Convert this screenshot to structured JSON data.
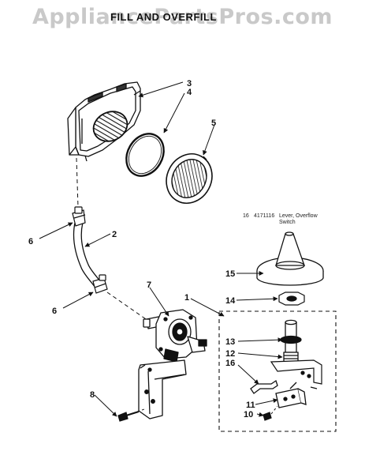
{
  "header": {
    "watermark": "AppliancePartsPros.com",
    "title": "FILL AND OVERFILL"
  },
  "legend": {
    "part_number": "16",
    "part_code": "4171116",
    "description_line1": "Lever, Overflow",
    "description_line2": "Switch"
  },
  "callouts": {
    "c1": "1",
    "c2": "2",
    "c3": "3",
    "c4": "4",
    "c5": "5",
    "c6a": "6",
    "c6b": "6",
    "c7": "7",
    "c8": "8",
    "c10": "10",
    "c11": "11",
    "c12": "12",
    "c13": "13",
    "c14": "14",
    "c15": "15",
    "c16": "16"
  }
}
